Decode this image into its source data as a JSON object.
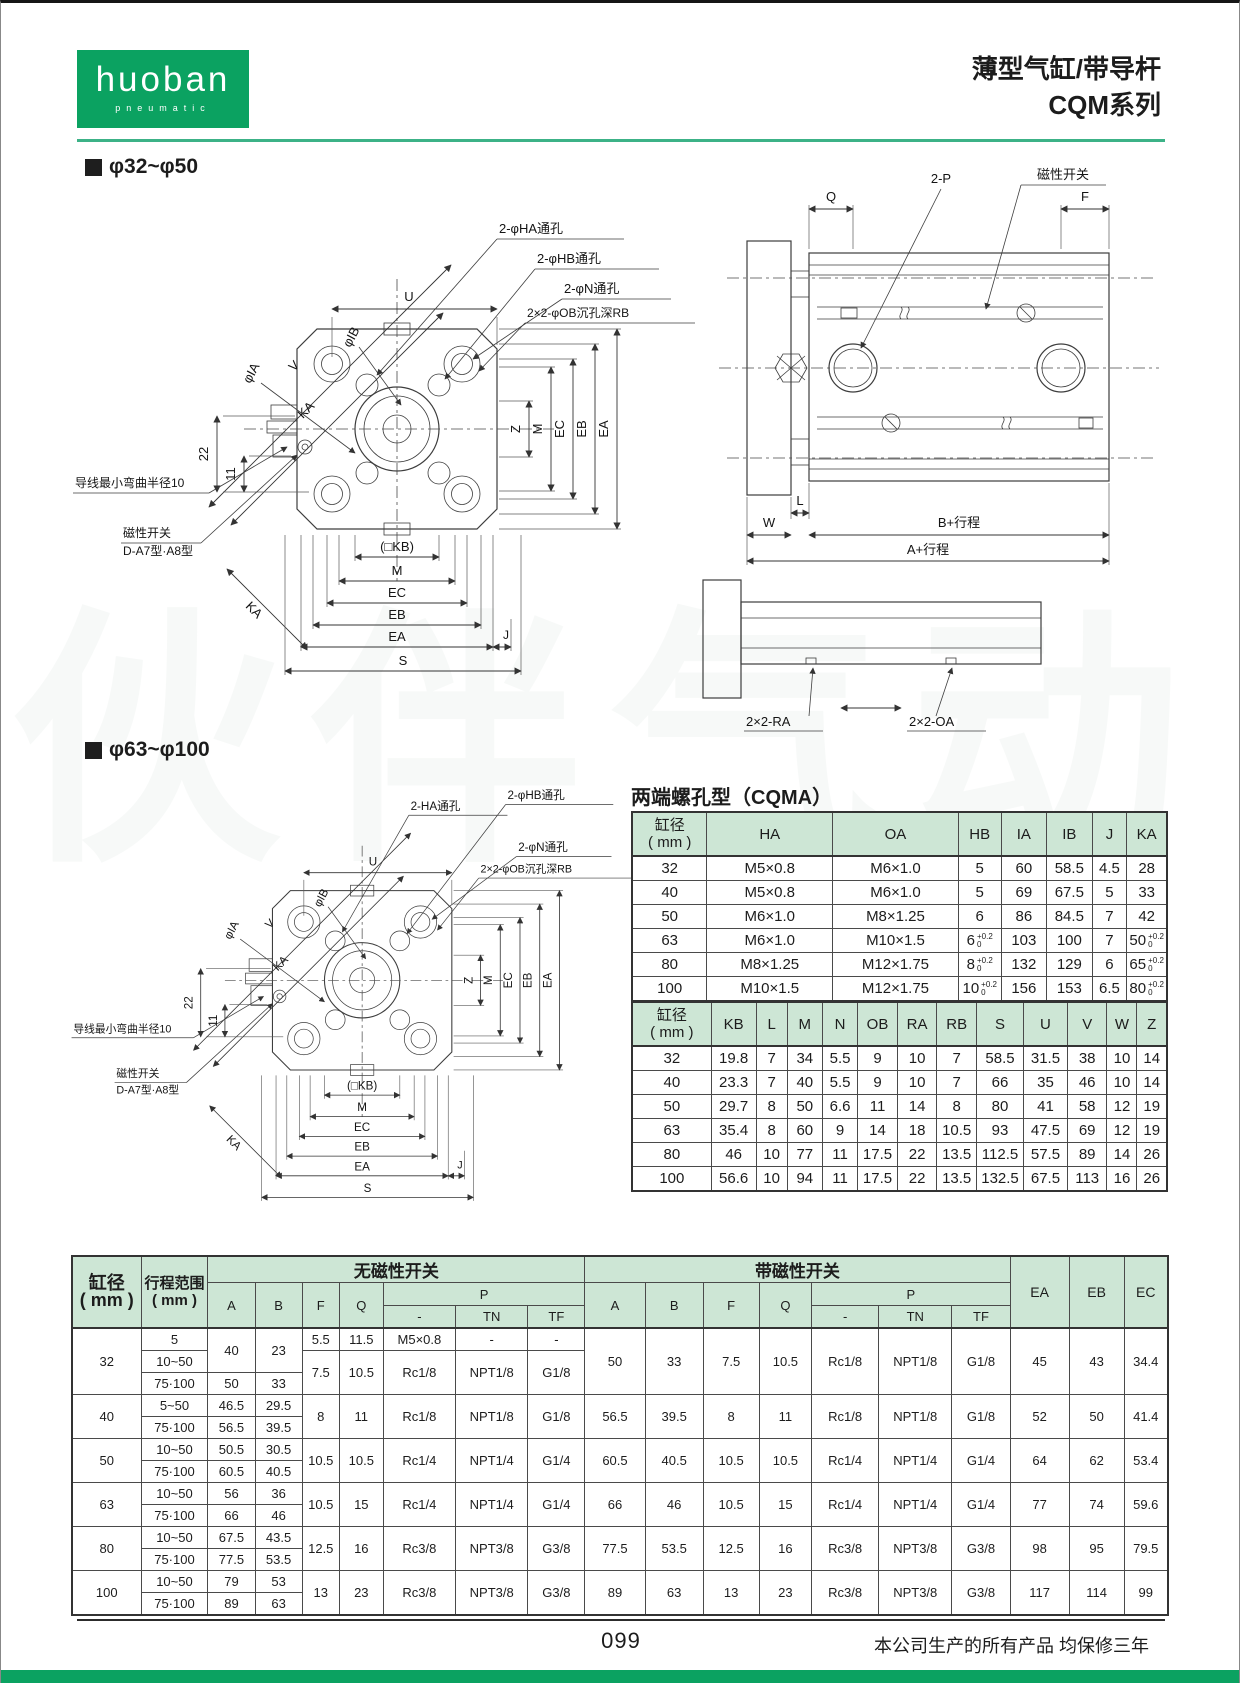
{
  "header": {
    "logo_text": "huoban",
    "logo_sub": "pneumatic",
    "title_line1": "薄型气缸/带导杆",
    "title_line2": "CQM系列"
  },
  "watermark": "伙伴气动",
  "sections": {
    "s1": "φ32~φ50",
    "s2": "φ63~φ100"
  },
  "front_view": {
    "v": "V",
    "ka": "KA",
    "u": "U",
    "ib": "φIB",
    "ia": "φIA",
    "d22": "22",
    "d11": "11",
    "wire_note": "导线最小弯曲半径10",
    "switch_note1": "磁性开关",
    "switch_note2": "D-A7型·A8型",
    "ka2": "KA",
    "kb": "(□KB)",
    "m": "M",
    "ec": "EC",
    "eb": "EB",
    "ea": "EA",
    "j": "J",
    "s": "S",
    "z": "Z"
  },
  "d1": {
    "c1": "2-φHA通孔",
    "c2": "2-φHB通孔",
    "c3": "2-φN通孔",
    "c4": "2×2-φOB沉孔深RB"
  },
  "d2": {
    "c1": "2-HA通孔",
    "c2": "2-φHB通孔",
    "c3": "2-φN通孔",
    "c4": "2×2-φOB沉孔深RB"
  },
  "side_view": {
    "p": "2-P",
    "switch": "磁性开关",
    "q": "Q",
    "f": "F",
    "l": "L",
    "w": "W",
    "b": "B+行程",
    "a": "A+行程",
    "ra": "2×2-RA",
    "oa": "2×2-OA"
  },
  "cqma": {
    "title": "两端螺孔型（CQMA）",
    "t1_head": {
      "bore": "缸径\n( mm )",
      "ha": "HA",
      "oa": "OA",
      "hb": "HB",
      "ia": "IA",
      "ib": "IB",
      "j": "J",
      "ka": "KA"
    },
    "t1_rows": [
      [
        "32",
        "M5×0.8",
        "M6×1.0",
        "5",
        "60",
        "58.5",
        "4.5",
        "28"
      ],
      [
        "40",
        "M5×0.8",
        "M6×1.0",
        "5",
        "69",
        "67.5",
        "5",
        "33"
      ],
      [
        "50",
        "M6×1.0",
        "M8×1.25",
        "6",
        "86",
        "84.5",
        "7",
        "42"
      ],
      [
        "63",
        "M6×1.0",
        "M10×1.5",
        {
          "v": "6",
          "s": "+0.2",
          "i": "0"
        },
        "103",
        "100",
        "7",
        {
          "v": "50",
          "s": "+0.2",
          "i": "0"
        }
      ],
      [
        "80",
        "M8×1.25",
        "M12×1.75",
        {
          "v": "8",
          "s": "+0.2",
          "i": "0"
        },
        "132",
        "129",
        "6",
        {
          "v": "65",
          "s": "+0.2",
          "i": "0"
        }
      ],
      [
        "100",
        "M10×1.5",
        "M12×1.75",
        {
          "v": "10",
          "s": "+0.2",
          "i": "0"
        },
        "156",
        "153",
        "6.5",
        {
          "v": "80",
          "s": "+0.2",
          "i": "0"
        }
      ]
    ],
    "t2_head": {
      "bore": "缸径\n( mm )",
      "kb": "KB",
      "l": "L",
      "m": "M",
      "n": "N",
      "ob": "OB",
      "ra": "RA",
      "rb": "RB",
      "s": "S",
      "u": "U",
      "v": "V",
      "w": "W",
      "z": "Z"
    },
    "t2_rows": [
      [
        "32",
        "19.8",
        "7",
        "34",
        "5.5",
        "9",
        "10",
        "7",
        "58.5",
        "31.5",
        "38",
        "10",
        "14"
      ],
      [
        "40",
        "23.3",
        "7",
        "40",
        "5.5",
        "9",
        "10",
        "7",
        "66",
        "35",
        "46",
        "10",
        "14"
      ],
      [
        "50",
        "29.7",
        "8",
        "50",
        "6.6",
        "11",
        "14",
        "8",
        "80",
        "41",
        "58",
        "12",
        "19"
      ],
      [
        "63",
        "35.4",
        "8",
        "60",
        "9",
        "14",
        "18",
        "10.5",
        "93",
        "47.5",
        "69",
        "12",
        "19"
      ],
      [
        "80",
        "46",
        "10",
        "77",
        "11",
        "17.5",
        "22",
        "13.5",
        "112.5",
        "57.5",
        "89",
        "14",
        "26"
      ],
      [
        "100",
        "56.6",
        "10",
        "94",
        "11",
        "17.5",
        "22",
        "13.5",
        "132.5",
        "67.5",
        "113",
        "16",
        "26"
      ]
    ]
  },
  "dims_table": {
    "head": {
      "bore": "缸径\n( mm )",
      "stroke": "行程范围\n( mm )",
      "no_switch": "无磁性开关",
      "with_switch": "带磁性开关",
      "a": "A",
      "b": "B",
      "f": "F",
      "q": "Q",
      "p": "P",
      "dash": "-",
      "tn": "TN",
      "tf": "TF",
      "ea": "EA",
      "eb": "EB",
      "ec": "EC"
    },
    "rows": [
      [
        {
          "v": "32",
          "rs": 3
        },
        {
          "v": "5"
        },
        {
          "v": "40",
          "rs": 2
        },
        {
          "v": "23",
          "rs": 2
        },
        {
          "v": "5.5"
        },
        {
          "v": "11.5"
        },
        {
          "v": "M5×0.8"
        },
        {
          "v": "-"
        },
        {
          "v": "-"
        },
        {
          "v": "50",
          "rs": 3
        },
        {
          "v": "33",
          "rs": 3
        },
        {
          "v": "7.5",
          "rs": 3
        },
        {
          "v": "10.5",
          "rs": 3
        },
        {
          "v": "Rc1/8",
          "rs": 3
        },
        {
          "v": "NPT1/8",
          "rs": 3
        },
        {
          "v": "G1/8",
          "rs": 3
        },
        {
          "v": "45",
          "rs": 3
        },
        {
          "v": "43",
          "rs": 3
        },
        {
          "v": "34.4",
          "rs": 3
        }
      ],
      [
        {
          "v": "10~50"
        },
        {
          "v": "7.5",
          "rs": 2
        },
        {
          "v": "10.5",
          "rs": 2
        },
        {
          "v": "Rc1/8",
          "rs": 2
        },
        {
          "v": "NPT1/8",
          "rs": 2
        },
        {
          "v": "G1/8",
          "rs": 2
        }
      ],
      [
        {
          "v": "75·100"
        },
        {
          "v": "50"
        },
        {
          "v": "33"
        }
      ],
      [
        {
          "v": "40",
          "rs": 2
        },
        {
          "v": "5~50"
        },
        {
          "v": "46.5"
        },
        {
          "v": "29.5"
        },
        {
          "v": "8",
          "rs": 2
        },
        {
          "v": "11",
          "rs": 2
        },
        {
          "v": "Rc1/8",
          "rs": 2
        },
        {
          "v": "NPT1/8",
          "rs": 2
        },
        {
          "v": "G1/8",
          "rs": 2
        },
        {
          "v": "56.5",
          "rs": 2
        },
        {
          "v": "39.5",
          "rs": 2
        },
        {
          "v": "8",
          "rs": 2
        },
        {
          "v": "11",
          "rs": 2
        },
        {
          "v": "Rc1/8",
          "rs": 2
        },
        {
          "v": "NPT1/8",
          "rs": 2
        },
        {
          "v": "G1/8",
          "rs": 2
        },
        {
          "v": "52",
          "rs": 2
        },
        {
          "v": "50",
          "rs": 2
        },
        {
          "v": "41.4",
          "rs": 2
        }
      ],
      [
        {
          "v": "75·100"
        },
        {
          "v": "56.5"
        },
        {
          "v": "39.5"
        }
      ],
      [
        {
          "v": "50",
          "rs": 2
        },
        {
          "v": "10~50"
        },
        {
          "v": "50.5"
        },
        {
          "v": "30.5"
        },
        {
          "v": "10.5",
          "rs": 2
        },
        {
          "v": "10.5",
          "rs": 2
        },
        {
          "v": "Rc1/4",
          "rs": 2
        },
        {
          "v": "NPT1/4",
          "rs": 2
        },
        {
          "v": "G1/4",
          "rs": 2
        },
        {
          "v": "60.5",
          "rs": 2
        },
        {
          "v": "40.5",
          "rs": 2
        },
        {
          "v": "10.5",
          "rs": 2
        },
        {
          "v": "10.5",
          "rs": 2
        },
        {
          "v": "Rc1/4",
          "rs": 2
        },
        {
          "v": "NPT1/4",
          "rs": 2
        },
        {
          "v": "G1/4",
          "rs": 2
        },
        {
          "v": "64",
          "rs": 2
        },
        {
          "v": "62",
          "rs": 2
        },
        {
          "v": "53.4",
          "rs": 2
        }
      ],
      [
        {
          "v": "75·100"
        },
        {
          "v": "60.5"
        },
        {
          "v": "40.5"
        }
      ],
      [
        {
          "v": "63",
          "rs": 2
        },
        {
          "v": "10~50"
        },
        {
          "v": "56"
        },
        {
          "v": "36"
        },
        {
          "v": "10.5",
          "rs": 2
        },
        {
          "v": "15",
          "rs": 2
        },
        {
          "v": "Rc1/4",
          "rs": 2
        },
        {
          "v": "NPT1/4",
          "rs": 2
        },
        {
          "v": "G1/4",
          "rs": 2
        },
        {
          "v": "66",
          "rs": 2
        },
        {
          "v": "46",
          "rs": 2
        },
        {
          "v": "10.5",
          "rs": 2
        },
        {
          "v": "15",
          "rs": 2
        },
        {
          "v": "Rc1/4",
          "rs": 2
        },
        {
          "v": "NPT1/4",
          "rs": 2
        },
        {
          "v": "G1/4",
          "rs": 2
        },
        {
          "v": "77",
          "rs": 2
        },
        {
          "v": "74",
          "rs": 2
        },
        {
          "v": "59.6",
          "rs": 2
        }
      ],
      [
        {
          "v": "75·100"
        },
        {
          "v": "66"
        },
        {
          "v": "46"
        }
      ],
      [
        {
          "v": "80",
          "rs": 2
        },
        {
          "v": "10~50"
        },
        {
          "v": "67.5"
        },
        {
          "v": "43.5"
        },
        {
          "v": "12.5",
          "rs": 2
        },
        {
          "v": "16",
          "rs": 2
        },
        {
          "v": "Rc3/8",
          "rs": 2
        },
        {
          "v": "NPT3/8",
          "rs": 2
        },
        {
          "v": "G3/8",
          "rs": 2
        },
        {
          "v": "77.5",
          "rs": 2
        },
        {
          "v": "53.5",
          "rs": 2
        },
        {
          "v": "12.5",
          "rs": 2
        },
        {
          "v": "16",
          "rs": 2
        },
        {
          "v": "Rc3/8",
          "rs": 2
        },
        {
          "v": "NPT3/8",
          "rs": 2
        },
        {
          "v": "G3/8",
          "rs": 2
        },
        {
          "v": "98",
          "rs": 2
        },
        {
          "v": "95",
          "rs": 2
        },
        {
          "v": "79.5",
          "rs": 2
        }
      ],
      [
        {
          "v": "75·100"
        },
        {
          "v": "77.5"
        },
        {
          "v": "53.5"
        }
      ],
      [
        {
          "v": "100",
          "rs": 2
        },
        {
          "v": "10~50"
        },
        {
          "v": "79"
        },
        {
          "v": "53"
        },
        {
          "v": "13",
          "rs": 2
        },
        {
          "v": "23",
          "rs": 2
        },
        {
          "v": "Rc3/8",
          "rs": 2
        },
        {
          "v": "NPT3/8",
          "rs": 2
        },
        {
          "v": "G3/8",
          "rs": 2
        },
        {
          "v": "89",
          "rs": 2
        },
        {
          "v": "63",
          "rs": 2
        },
        {
          "v": "13",
          "rs": 2
        },
        {
          "v": "23",
          "rs": 2
        },
        {
          "v": "Rc3/8",
          "rs": 2
        },
        {
          "v": "NPT3/8",
          "rs": 2
        },
        {
          "v": "G3/8",
          "rs": 2
        },
        {
          "v": "117",
          "rs": 2
        },
        {
          "v": "114",
          "rs": 2
        },
        {
          "v": "99",
          "rs": 2
        }
      ],
      [
        {
          "v": "75·100"
        },
        {
          "v": "89"
        },
        {
          "v": "63"
        }
      ]
    ]
  },
  "footer": {
    "page_number": "099",
    "note": "本公司生产的所有产品 均保修三年"
  }
}
